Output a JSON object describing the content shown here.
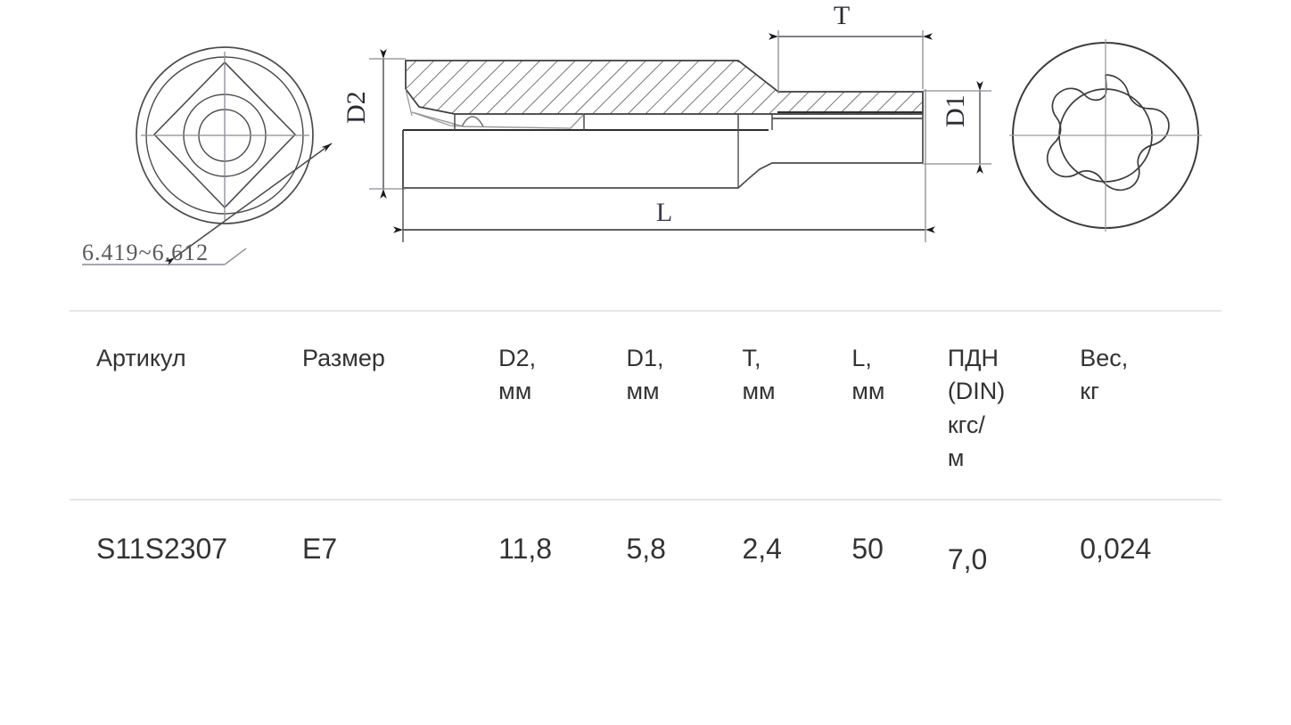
{
  "drawing": {
    "title": "socket-cross-section-drawing",
    "labels": {
      "d2": "D2",
      "d1": "D1",
      "t": "T",
      "l": "L",
      "square_tolerance": "6.419~6.612"
    },
    "views": {
      "left_view_name": "square-drive-end-view",
      "section_view_name": "longitudinal-cross-section",
      "right_view_name": "torx-profile-end-view"
    },
    "line_color": "#3c3c3c",
    "dim_color": "#7a7a88",
    "hatch_color": "#4a4a4a"
  },
  "table": {
    "columns": [
      {
        "key": "article",
        "label": "Артикул",
        "unit": ""
      },
      {
        "key": "size",
        "label": "Размер",
        "unit": ""
      },
      {
        "key": "d2",
        "label": "D2,",
        "unit": "мм"
      },
      {
        "key": "d1",
        "label": "D1,",
        "unit": "мм"
      },
      {
        "key": "t",
        "label": "Т,",
        "unit": "мм"
      },
      {
        "key": "l",
        "label": "L,",
        "unit": "мм"
      },
      {
        "key": "pdn",
        "label": "ПДН",
        "unit": "(DIN)\nкгс/\nм"
      },
      {
        "key": "mass",
        "label": "Вес,",
        "unit": "кг"
      }
    ],
    "header": {
      "article": "Артикул",
      "size": "Размер",
      "d2": "D2,\nмм",
      "d1": "D1,\nмм",
      "t": "Т,\nмм",
      "l": "L,\nмм",
      "pdn": "ПДН\n(DIN)\nкгс/\nм",
      "mass": "Вес,\nкг"
    },
    "rows": [
      {
        "article": "S11S2307",
        "size": "E7",
        "d2": "11,8",
        "d1": "5,8",
        "t": "2,4",
        "l": "50",
        "pdn": "7,0",
        "mass": "0,024"
      }
    ],
    "divider_color": "#e3e6ea"
  }
}
